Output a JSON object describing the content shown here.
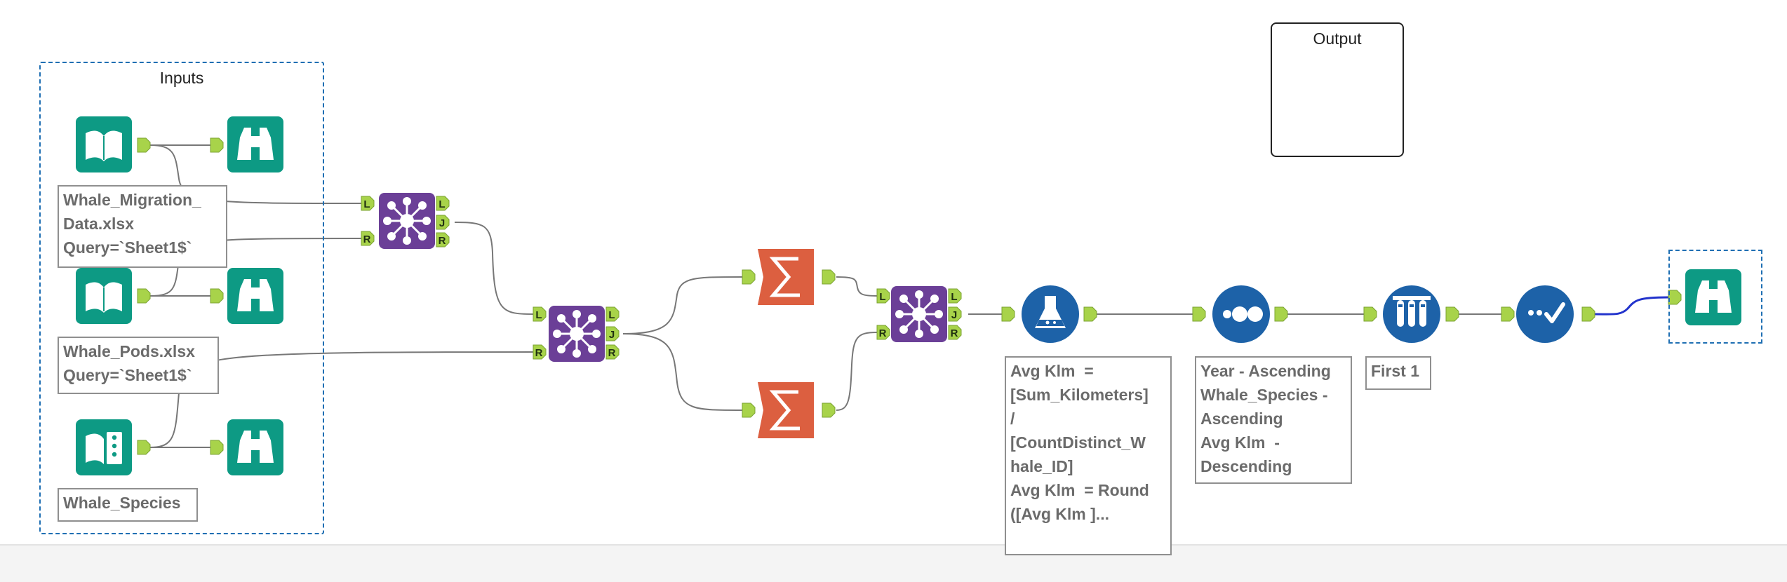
{
  "containers": {
    "inputs_title": "Inputs",
    "output_title": "Output"
  },
  "annotations": {
    "migration": "Whale_Migration_\nData.xlsx\nQuery=`Sheet1$`",
    "pods": "Whale_Pods.xlsx\nQuery=`Sheet1$`",
    "species": "Whale_Species",
    "formula": "Avg Klm  =\n[Sum_Kilometers]\n/\n[CountDistinct_W\nhale_ID]\nAvg Klm  = Round\n([Avg Klm ]...",
    "sort": "Year - Ascending\nWhale_Species -\nAscending\nAvg Klm  -\nDescending",
    "sample": "First 1"
  },
  "anchors": {
    "left": "L",
    "join": "J",
    "right": "R"
  },
  "icons": {
    "input": "book-input-icon",
    "browse": "binoculars-icon",
    "join": "join-network-icon",
    "summarize": "sigma-icon",
    "formula": "flask-icon",
    "sort": "sort-dots-icon",
    "sample": "test-tubes-icon",
    "select": "check-select-icon",
    "output": "book-output-icon"
  },
  "colors": {
    "input_teal": "#0d9a84",
    "join_purple": "#6b3f97",
    "summarize_orange": "#dc5f40",
    "prep_blue": "#1d62a8",
    "anchor_green": "#a8d34a",
    "connector_gray": "#777777",
    "selected_connector": "#2233cc",
    "container_blue": "#1f6fb3"
  }
}
